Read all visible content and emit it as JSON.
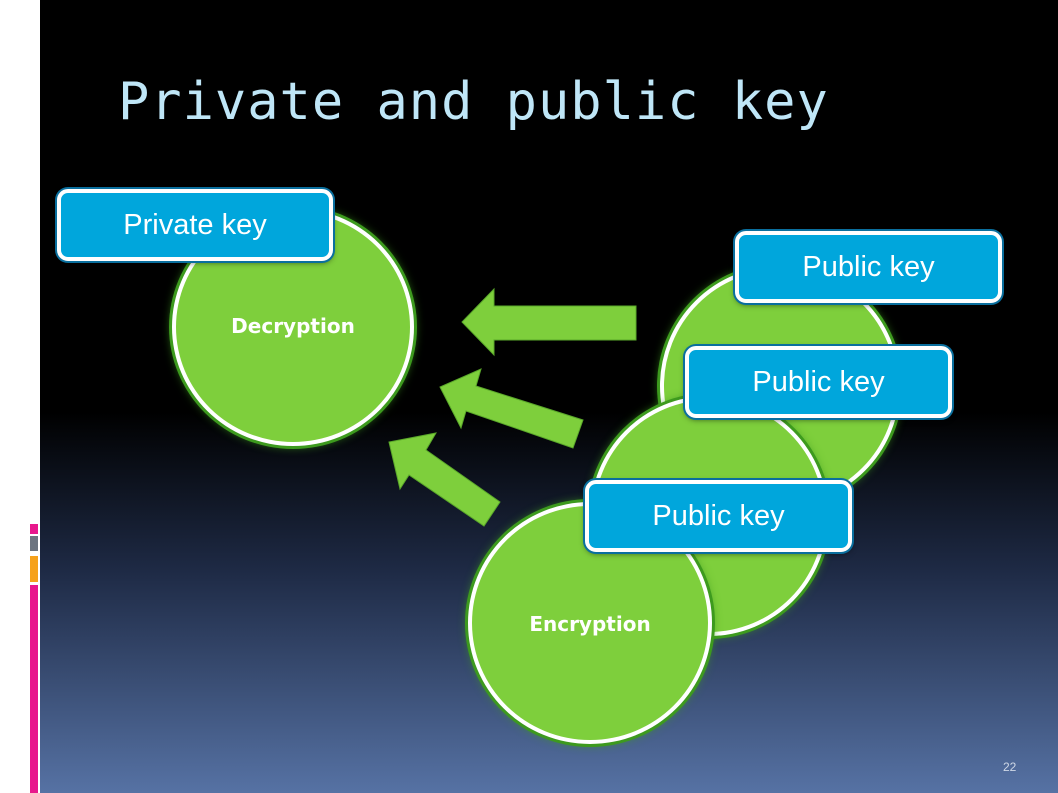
{
  "slide": {
    "title": "Private and public key",
    "number": "22"
  },
  "diagram": {
    "decryption_label": "Decryption",
    "encryption_label": "Encryption",
    "private_key_label": "Private key",
    "public_key_labels": [
      "Public key",
      "Public key",
      "Public key"
    ]
  },
  "colors": {
    "circle_fill": "#7ecf3c",
    "arrow_fill": "#7ecf3c",
    "badge_fill": "#00a6dc",
    "title_color": "#bfe6f7",
    "accent_magenta": "#e8188c",
    "accent_gray": "#6d7580",
    "accent_orange": "#f6a21c"
  }
}
